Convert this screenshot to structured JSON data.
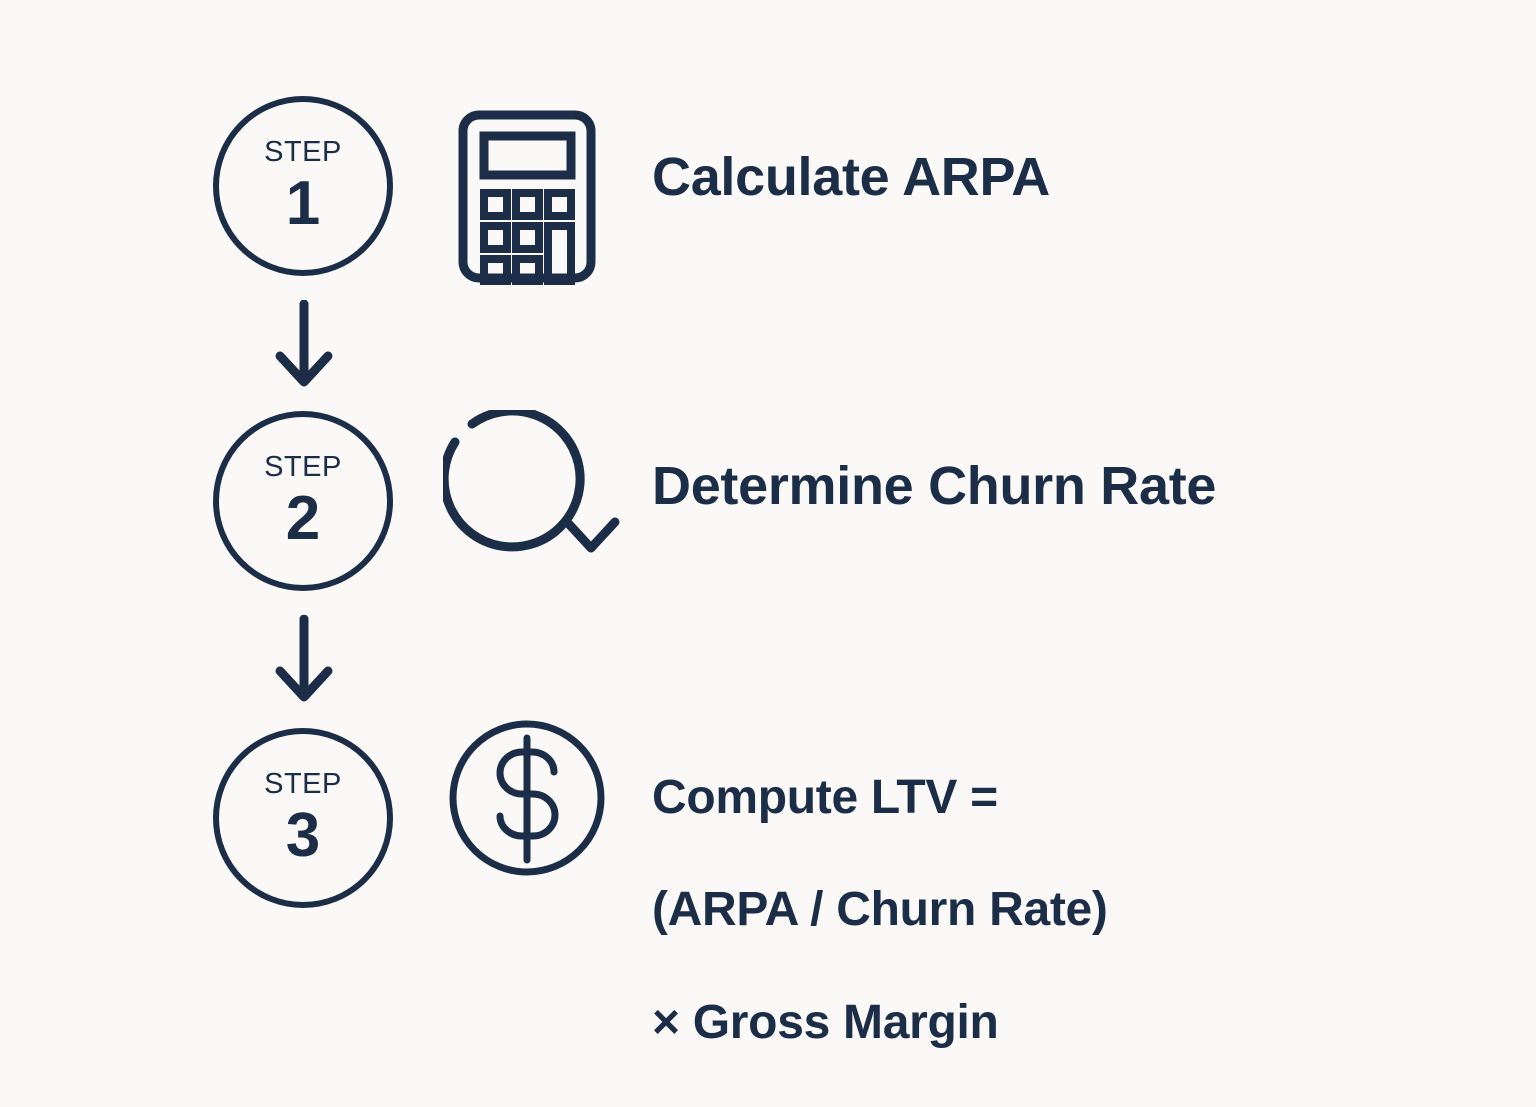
{
  "diagram": {
    "title": "LTV calculation three-step flow",
    "background_color": "#faf9f7",
    "ink_color": "#1c2e47"
  },
  "steps": [
    {
      "badge_word": "STEP",
      "badge_number": "1",
      "icon": "calculator-icon",
      "label": "Calculate ARPA",
      "label_lines": [
        "Calculate ARPA"
      ]
    },
    {
      "badge_word": "STEP",
      "badge_number": "2",
      "icon": "refresh-cycle-icon",
      "label": "Determine Churn Rate",
      "label_lines": [
        "Determine Churn Rate"
      ]
    },
    {
      "badge_word": "STEP",
      "badge_number": "3",
      "icon": "dollar-circle-icon",
      "label": "Compute LTV = (ARPA / Churn Rate) × Gross Margin",
      "label_lines": [
        "Compute LTV =",
        "(ARPA / Churn Rate)",
        "× Gross Margin"
      ]
    }
  ],
  "connectors": [
    {
      "name": "arrow-step1-to-step2",
      "direction": "down"
    },
    {
      "name": "arrow-step2-to-step3",
      "direction": "down"
    }
  ]
}
